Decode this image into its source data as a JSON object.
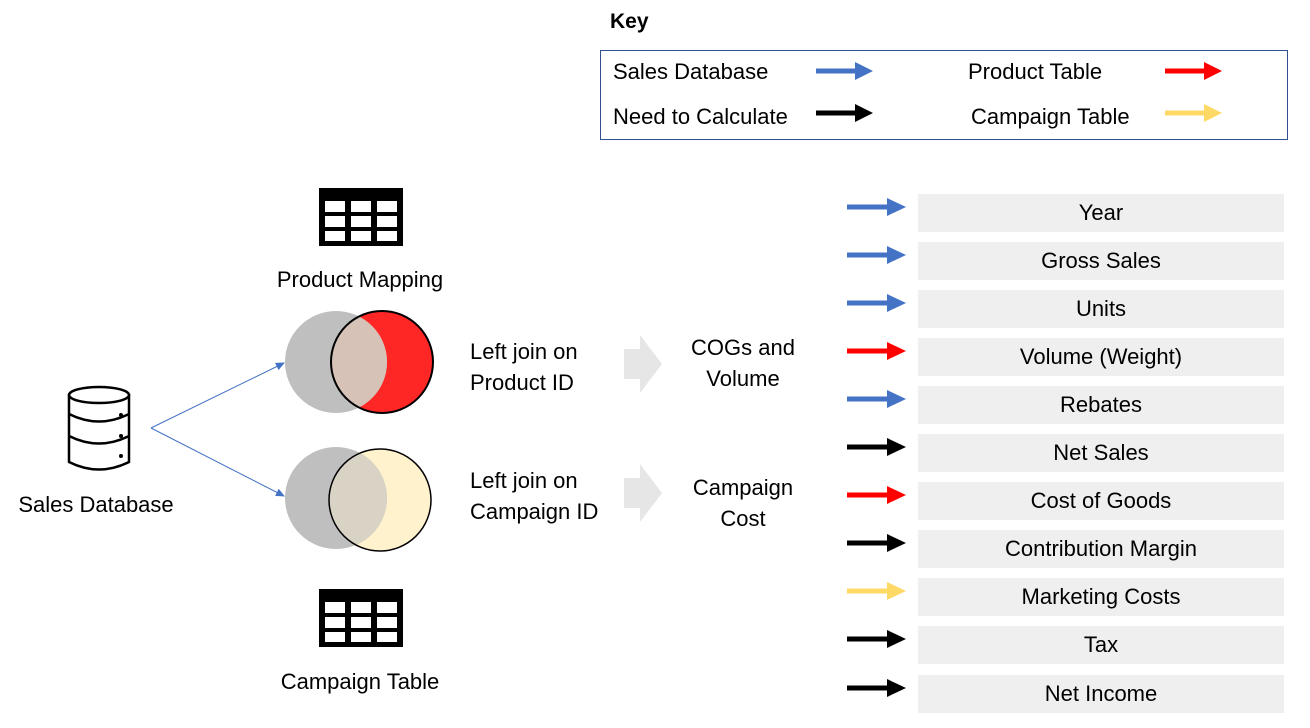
{
  "key": {
    "title": "Key",
    "items": [
      {
        "label": "Sales Database",
        "color": "#4472c4"
      },
      {
        "label": "Product Table",
        "color": "#ff0000"
      },
      {
        "label": "Need to Calculate",
        "color": "#000000"
      },
      {
        "label": "Campaign Table",
        "color": "#ffd966"
      }
    ]
  },
  "sources": {
    "sales_database": "Sales Database",
    "product_mapping": "Product Mapping",
    "campaign_table": "Campaign Table"
  },
  "joins": {
    "product": {
      "line1": "Left join on",
      "line2": "Product ID",
      "fill": "#ff0000"
    },
    "campaign": {
      "line1": "Left join on",
      "line2": "Campaign ID",
      "fill": "#fff2cc"
    }
  },
  "outputs": {
    "cogs": {
      "line1": "COGs and",
      "line2": "Volume"
    },
    "campaign": {
      "line1": "Campaign",
      "line2": "Cost"
    }
  },
  "fields": [
    {
      "label": "Year",
      "color": "#4472c4"
    },
    {
      "label": "Gross Sales",
      "color": "#4472c4"
    },
    {
      "label": "Units",
      "color": "#4472c4"
    },
    {
      "label": "Volume (Weight)",
      "color": "#ff0000"
    },
    {
      "label": "Rebates",
      "color": "#4472c4"
    },
    {
      "label": "Net Sales",
      "color": "#000000"
    },
    {
      "label": "Cost of Goods",
      "color": "#ff0000"
    },
    {
      "label": "Contribution Margin",
      "color": "#000000"
    },
    {
      "label": "Marketing Costs",
      "color": "#ffd966"
    },
    {
      "label": "Tax",
      "color": "#000000"
    },
    {
      "label": "Net Income",
      "color": "#000000"
    }
  ]
}
